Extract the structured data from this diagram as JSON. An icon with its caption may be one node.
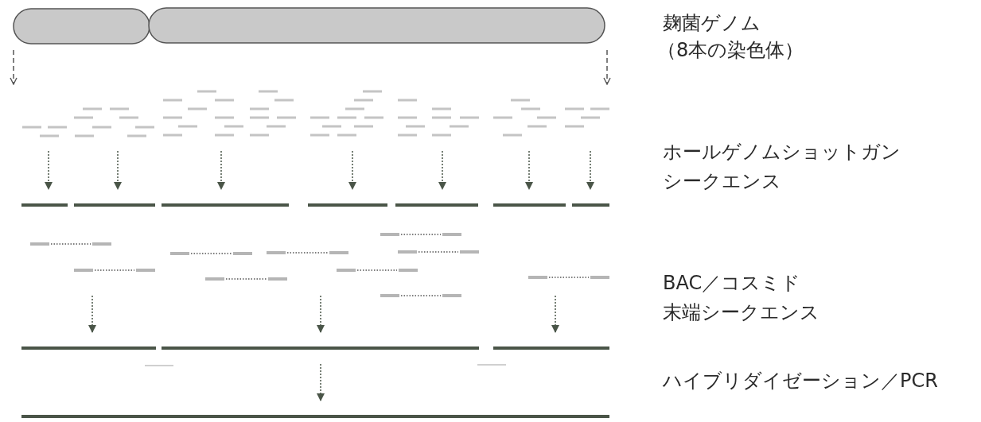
{
  "diagram": {
    "nodes": [
      {
        "text": [],
        "shape": "bar"
      },
      {
        "text": [],
        "shape": "bar"
      },
      {
        "text": [],
        "shape": "bar"
      },
      {
        "text": [],
        "shape": "bar"
      },
      {
        "text": [],
        "shape": "bar"
      },
      {
        "text": [],
        "shape": "bar"
      },
      {
        "text": [],
        "shape": "bar"
      },
      {
        "text": [],
        "shape": "bar"
      },
      {
        "text": [],
        "shape": "bar"
      },
      {
        "text": [],
        "shape": "bar"
      },
      {
        "text": [],
        "shape": "bar"
      },
      {
        "text": [],
        "shape": "bar"
      },
      {
        "text": [],
        "shape": "picture"
      }
    ],
    "edges": [
      {
        "from": 0,
        "to": 12,
        "arrow": "to",
        "style": "dashed"
      },
      {
        "from": 0,
        "to": 12,
        "arrow": "to",
        "style": "dashed"
      },
      {
        "from": null,
        "to": 1,
        "arrow": "to"
      },
      {
        "from": null,
        "to": 2,
        "arrow": "to"
      },
      {
        "from": null,
        "to": 3,
        "arrow": "to"
      },
      {
        "from": null,
        "to": 4,
        "arrow": "to"
      },
      {
        "from": null,
        "to": 5,
        "arrow": "to"
      },
      {
        "from": null,
        "to": 6,
        "arrow": "to"
      },
      {
        "from": null,
        "to": 7,
        "arrow": "to"
      },
      {
        "from": null,
        "to": 8,
        "arrow": "to"
      },
      {
        "from": null,
        "to": 9,
        "arrow": "to"
      },
      {
        "from": null,
        "to": 10,
        "arrow": "to"
      },
      {
        "from": null,
        "to": 11,
        "arrow": "to"
      }
    ],
    "labels": [
      "麹菌ゲノム",
      "（8本の染色体）",
      "ホールゲノムショットガン",
      "シークエンス",
      "BAC／コスミド",
      "末端シークエンス",
      "ハイブリダイゼーション／PCR"
    ]
  }
}
